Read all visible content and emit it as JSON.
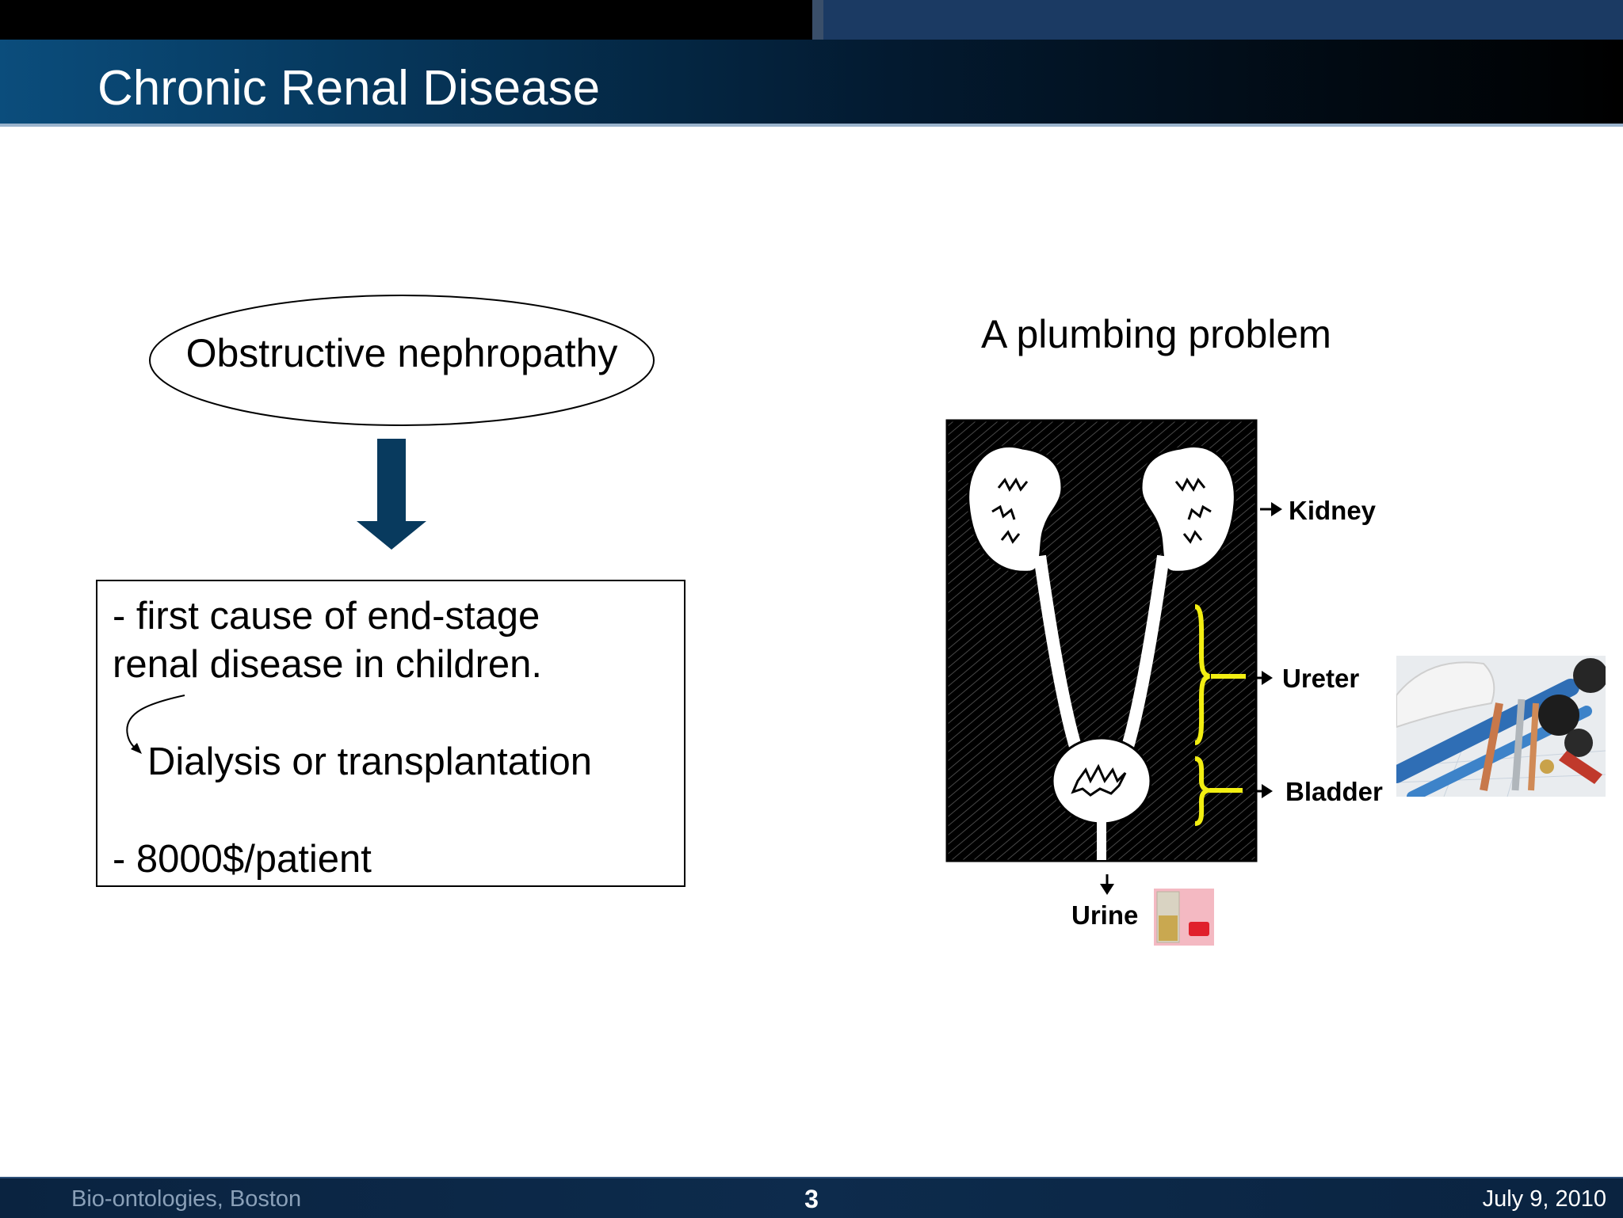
{
  "slide": {
    "title": "Chronic Renal Disease",
    "left": {
      "ellipse_text": "Obstructive nephropathy",
      "box_lines": [
        "- first cause of end-stage",
        "renal disease in children.",
        "Dialysis or transplantation",
        "- 8000$/patient"
      ]
    },
    "right": {
      "heading": "A plumbing problem",
      "labels": {
        "kidney": "Kidney",
        "ureter": "Ureter",
        "bladder": "Bladder",
        "urine": "Urine"
      }
    }
  },
  "footer": {
    "left": "Bio-ontologies, Boston",
    "page_number": "3",
    "right": "July 9, 2010"
  },
  "colors": {
    "arrow": "#083a5e",
    "highlight": "#f2ee12",
    "title_bar": "#06385d"
  }
}
